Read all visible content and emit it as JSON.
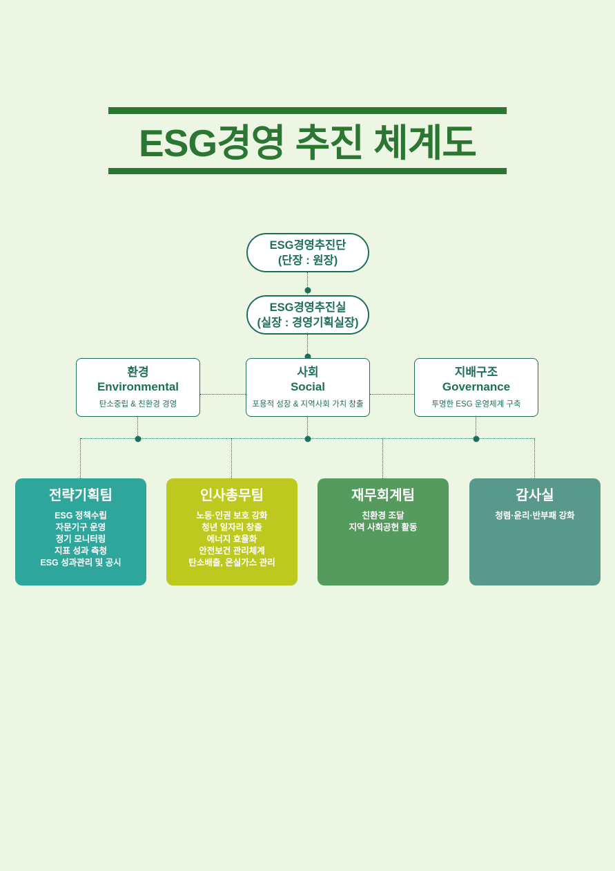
{
  "page": {
    "bg": "#edf6e3"
  },
  "header": {
    "title": "ESG경영 추진 체계도",
    "color": "#2c7634",
    "bar_color": "#2c7634"
  },
  "org": {
    "line_color": "#1e6e5c",
    "node_bg": "#ffffff",
    "root": {
      "title": "ESG경영추진단",
      "subtitle": "(단장 : 원장)"
    },
    "office": {
      "title": "ESG경영추진실",
      "subtitle": "(실장 : 경영기획실장)"
    },
    "pillars": [
      {
        "kr": "환경",
        "en": "Environmental",
        "desc": "탄소중립 & 친환경 경영"
      },
      {
        "kr": "사회",
        "en": "Social",
        "desc": "포용적 성장 & 지역사회 가치 창출"
      },
      {
        "kr": "지배구조",
        "en": "Governance",
        "desc": "투명한 ESG 운영체계 구축"
      }
    ],
    "teams": [
      {
        "name": "전략기획팀",
        "color": "#2fa69b",
        "items": [
          "ESG 정책수립",
          "자문기구 운영",
          "정기 모니터링",
          "지표 성과 측청",
          "ESG 성과관리 및 공시"
        ]
      },
      {
        "name": "인사총무팀",
        "color": "#bdc91e",
        "items": [
          "노동·인권 보호 강화",
          "청년 일자리 창출",
          "에너지 효율화",
          "안전보건 관리체계",
          "탄소배출, 온실가스 관리"
        ]
      },
      {
        "name": "재무회계팀",
        "color": "#559b5d",
        "items": [
          "친환경 조달",
          "지역 사회공헌 활동"
        ]
      },
      {
        "name": "감사실",
        "color": "#58998b",
        "items": [
          "청렴·윤리·반부패 강화"
        ]
      }
    ]
  }
}
